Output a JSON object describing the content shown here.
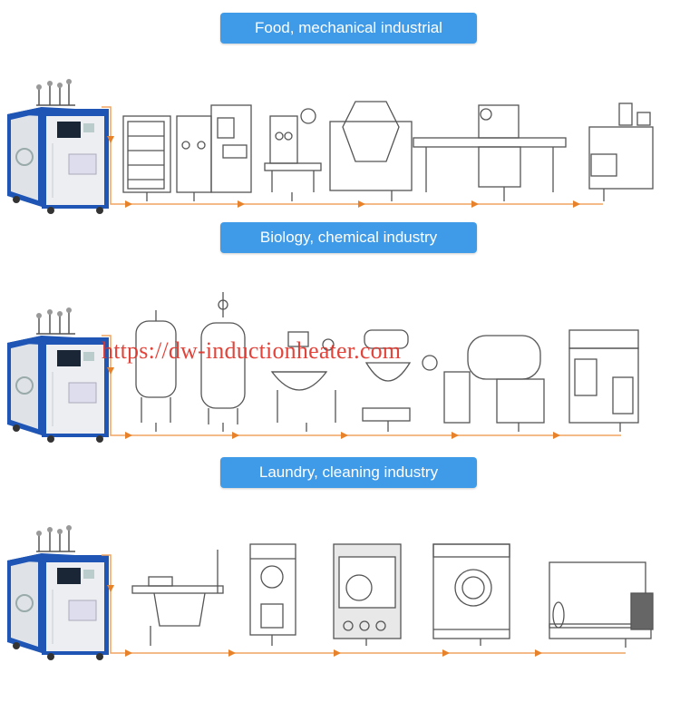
{
  "sections": [
    {
      "title": "Food, mechanical industrial"
    },
    {
      "title": "Biology, chemical industry"
    },
    {
      "title": "Laundry, cleaning industry"
    }
  ],
  "watermark": "https://dw-inductionheater.com",
  "colors": {
    "pill": "#3f9be8",
    "pipe": "#f0a460",
    "arrow": "#e8822a",
    "boiler_blue": "#1f55b4",
    "boiler_body": "#e9ecef",
    "line": "#444444"
  }
}
